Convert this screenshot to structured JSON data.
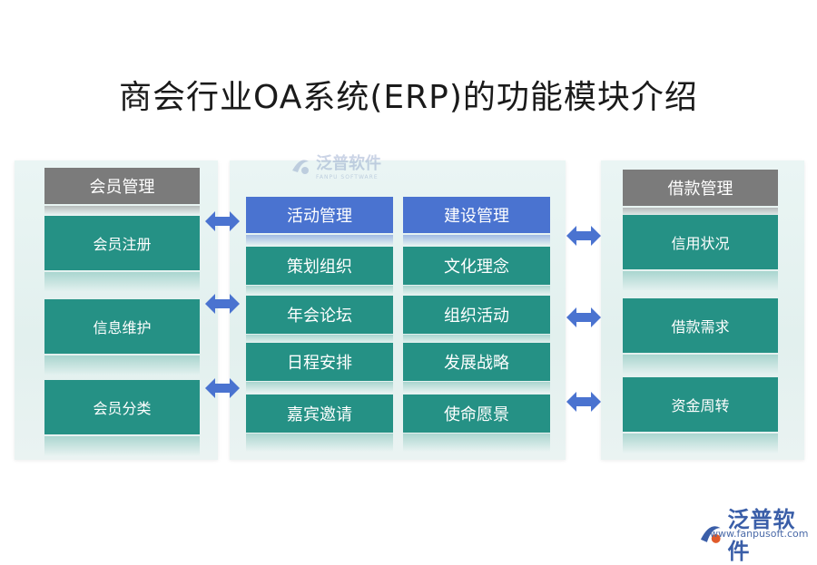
{
  "title": "商会行业OA系统(ERP)的功能模块介绍",
  "watermark": {
    "text": "泛普软件",
    "sub": "FANPU SOFTWARE"
  },
  "left": {
    "header": "会员管理",
    "items": [
      "会员注册",
      "信息维护",
      "会员分类"
    ]
  },
  "center": {
    "col1": {
      "header": "活动管理",
      "items": [
        "策划组织",
        "年会论坛",
        "日程安排",
        "嘉宾邀请"
      ]
    },
    "col2": {
      "header": "建设管理",
      "items": [
        "文化理念",
        "组织活动",
        "发展战略",
        "使命愿景"
      ]
    }
  },
  "right": {
    "header": "借款管理",
    "items": [
      "信用状况",
      "借款需求",
      "资金周转"
    ]
  },
  "logo": {
    "text": "泛普软件",
    "url": "www.fanpusoft.com"
  },
  "colors": {
    "teal": "#259185",
    "blue": "#4a73d0",
    "gray": "#7b7b7b",
    "arrow": "#4a73d0"
  }
}
